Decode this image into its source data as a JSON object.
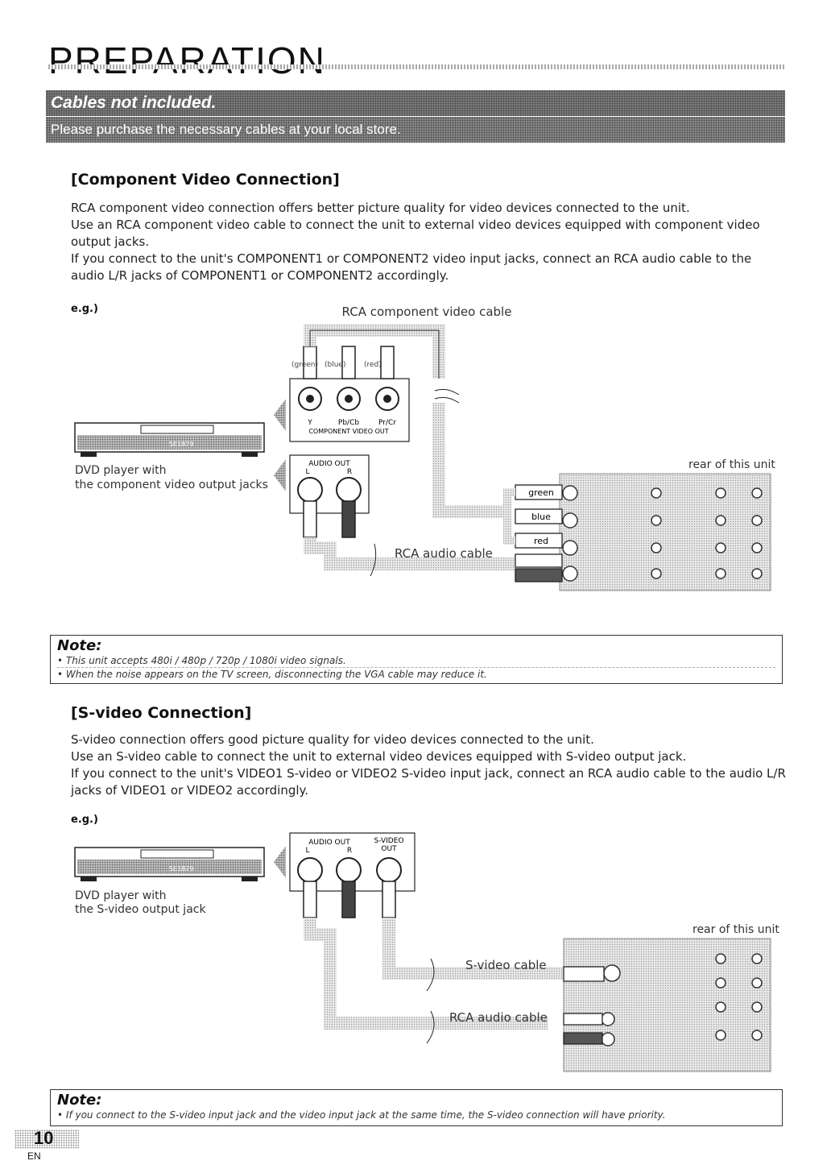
{
  "header": {
    "title": "PREPARATION"
  },
  "banner": {
    "line1": "Cables not included.",
    "line2": "Please purchase the necessary cables at your local store."
  },
  "component": {
    "title": "[Component Video Connection]",
    "paragraphs": [
      "RCA component video connection offers better picture quality for video devices connected to the unit.",
      "Use an RCA component video cable to connect the unit to external video devices equipped with component video output jacks.",
      "If you connect to the unit's COMPONENT1 or COMPONENT2 video input jacks, connect an RCA audio cable to the audio L/R jacks of COMPONENT1 or COMPONENT2 accordingly."
    ],
    "eg": "e.g.)",
    "diagram": {
      "cable_label": "RCA component video cable",
      "plug_green": "(green)",
      "plug_blue": "(blue)",
      "plug_red": "(red)",
      "jack_y": "Y",
      "jack_pb": "Pb/Cb",
      "jack_pr": "Pr/Cr",
      "component_out": "COMPONENT VIDEO OUT",
      "audio_out": "AUDIO OUT",
      "audio_l": "L",
      "audio_r": "R",
      "dvd_line1": "DVD player with",
      "dvd_line2": "the component video output jacks",
      "rear_unit": "rear of this unit",
      "tag_green": "green",
      "tag_blue": "blue",
      "tag_red": "red",
      "audio_cable": "RCA audio cable",
      "dvd_brand": "SE1879"
    }
  },
  "note1": {
    "title": "Note:",
    "items": [
      "This unit accepts 480i / 480p / 720p / 1080i video signals.",
      "When the noise appears on the TV screen, disconnecting the VGA cable may reduce it."
    ]
  },
  "svideo": {
    "title": "[S-video Connection]",
    "paragraphs": [
      "S-video connection offers good picture quality for video devices connected to the unit.",
      "Use an S-video cable to connect the unit to external video devices equipped with S-video output jack.",
      "If you connect to the unit's VIDEO1 S-video or VIDEO2 S-video input jack, connect an RCA audio cable to the audio L/R jacks of VIDEO1 or VIDEO2 accordingly."
    ],
    "eg": "e.g.)",
    "diagram": {
      "audio_out": "AUDIO OUT",
      "audio_l": "L",
      "audio_r": "R",
      "svideo_out_1": "S-VIDEO",
      "svideo_out_2": "OUT",
      "dvd_line1": "DVD player with",
      "dvd_line2": "the S-video output jack",
      "rear_unit": "rear of this unit",
      "svideo_cable": "S-video cable",
      "audio_cable": "RCA audio cable",
      "dvd_brand": "SE1879"
    }
  },
  "note2": {
    "title": "Note:",
    "items": [
      "If you connect to the S-video input jack and the video input jack at the same time, the S-video connection will have priority."
    ]
  },
  "footer": {
    "page": "10",
    "lang": "EN"
  }
}
